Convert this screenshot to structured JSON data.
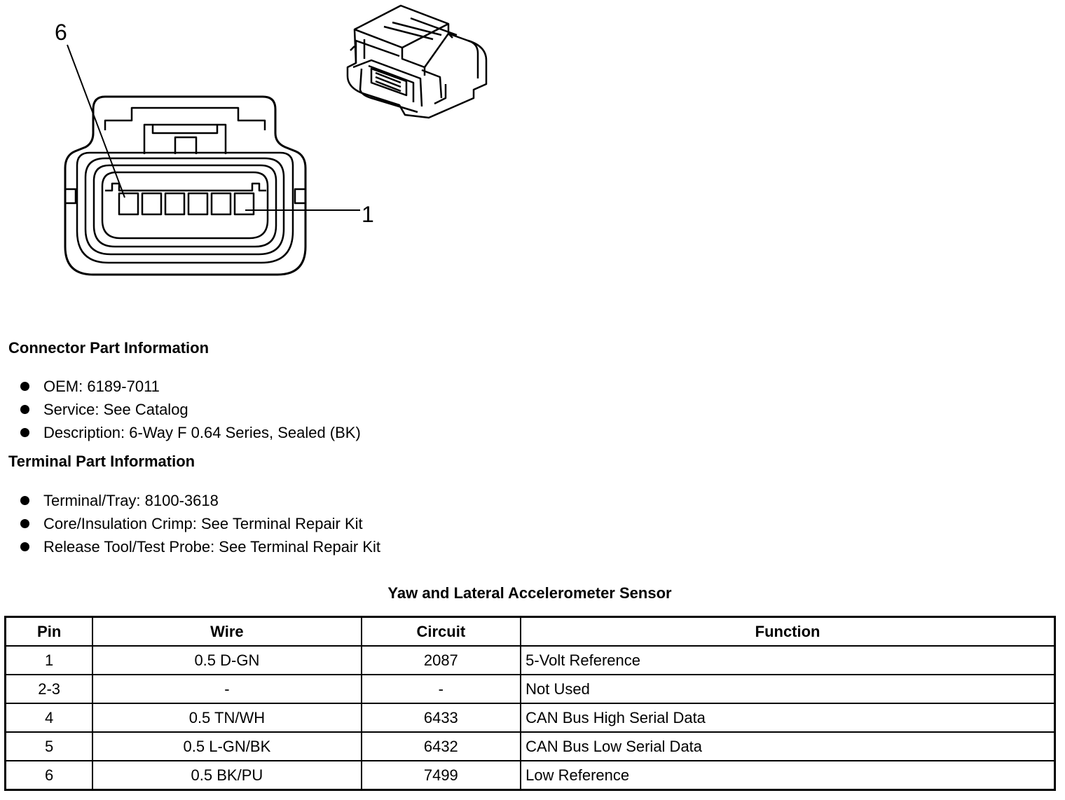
{
  "figure": {
    "callout_top": "6",
    "callout_right": "1"
  },
  "connector_info": {
    "heading": "Connector Part Information",
    "items": [
      "OEM: 6189-7011",
      "Service: See Catalog",
      "Description: 6-Way F 0.64 Series, Sealed (BK)"
    ]
  },
  "terminal_info": {
    "heading": "Terminal Part Information",
    "items": [
      "Terminal/Tray: 8100-3618",
      "Core/Insulation Crimp: See Terminal Repair Kit",
      "Release Tool/Test Probe: See Terminal Repair Kit"
    ]
  },
  "pin_table": {
    "title": "Yaw and Lateral Accelerometer Sensor",
    "headers": [
      "Pin",
      "Wire",
      "Circuit",
      "Function"
    ],
    "rows": [
      [
        "1",
        "0.5 D-GN",
        "2087",
        "5-Volt Reference"
      ],
      [
        "2-3",
        "-",
        "-",
        "Not Used"
      ],
      [
        "4",
        "0.5 TN/WH",
        "6433",
        "CAN Bus High Serial Data"
      ],
      [
        "5",
        "0.5 L-GN/BK",
        "6432",
        "CAN Bus Low Serial Data"
      ],
      [
        "6",
        "0.5 BK/PU",
        "7499",
        "Low Reference"
      ]
    ]
  }
}
